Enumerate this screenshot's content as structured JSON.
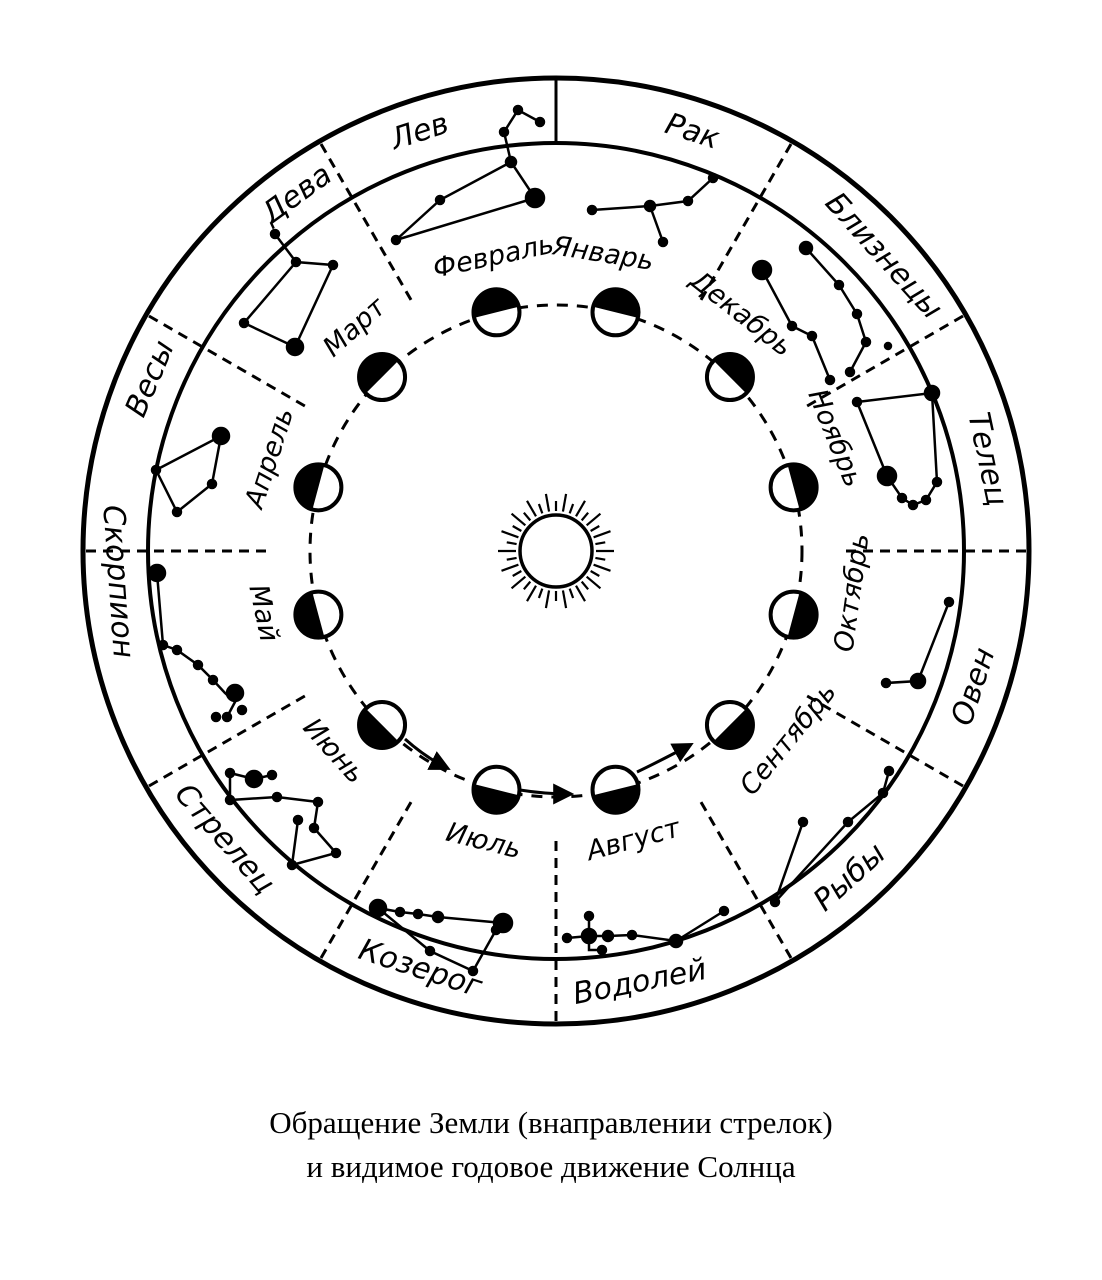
{
  "colors": {
    "ink": "#000000",
    "paper": "#ffffff"
  },
  "caption": {
    "line1": "Обращение Земли (внаправлении стрелок)",
    "line2": "и видимое годовое движение Солнца"
  },
  "signs": [
    {
      "id": "rak",
      "label": "Рак",
      "angle": -72
    },
    {
      "id": "bliznecy",
      "label": "Близнецы",
      "angle": -42
    },
    {
      "id": "telec",
      "label": "Телец",
      "angle": -12
    },
    {
      "id": "oven",
      "label": "Овен",
      "angle": 18
    },
    {
      "id": "ryby",
      "label": "Рыбы",
      "angle": 48
    },
    {
      "id": "vodoley",
      "label": "Водолей",
      "angle": 79
    },
    {
      "id": "kozerog",
      "label": "Козерог",
      "angle": 108
    },
    {
      "id": "strelec",
      "label": "Стрелец",
      "angle": 139
    },
    {
      "id": "skorpion",
      "label": "Скорпион",
      "angle": 176
    },
    {
      "id": "vesy",
      "label": "Весы",
      "angle": 203
    },
    {
      "id": "deva",
      "label": "Дева",
      "angle": 234
    },
    {
      "id": "lev",
      "label": "Лев",
      "angle": 252
    }
  ],
  "months": [
    {
      "id": "yanvar",
      "label": "Январь",
      "angle": -81
    },
    {
      "id": "dekabr",
      "label": "Декабрь",
      "angle": -52
    },
    {
      "id": "noyabr",
      "label": "Ноябрь",
      "angle": -22
    },
    {
      "id": "oktyabr",
      "label": "Октябрь",
      "angle": 8
    },
    {
      "id": "sentyabr",
      "label": "Сентябрь",
      "angle": 39
    },
    {
      "id": "avgust",
      "label": "Август",
      "angle": 75
    },
    {
      "id": "iyul",
      "label": "Июль",
      "angle": 104
    },
    {
      "id": "iyun",
      "label": "Июнь",
      "angle": 138
    },
    {
      "id": "may",
      "label": "Май",
      "angle": 168
    },
    {
      "id": "aprel",
      "label": "Апрель",
      "angle": 198
    },
    {
      "id": "mart",
      "label": "Март",
      "angle": 228
    },
    {
      "id": "fevral",
      "label": "Февраль",
      "angle": 258
    }
  ],
  "earth_positions": [
    -76,
    -45,
    -15,
    15,
    45,
    76,
    104,
    135,
    165,
    195,
    225,
    256
  ]
}
